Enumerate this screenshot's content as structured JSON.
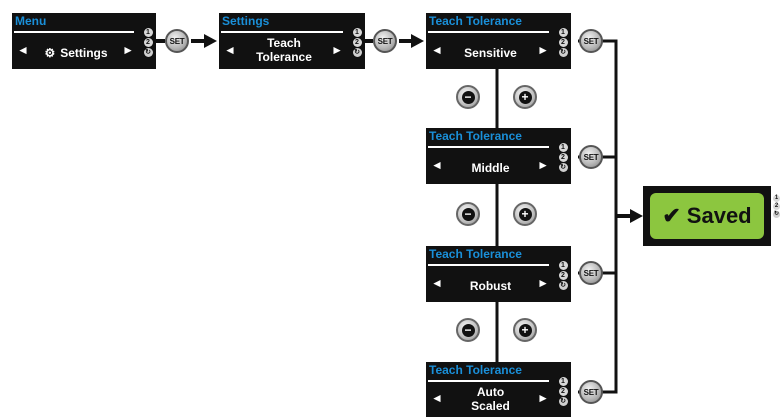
{
  "screens": {
    "menu": {
      "title": "Menu",
      "value": "Settings",
      "value_icon": "gear-icon"
    },
    "settings": {
      "title": "Settings",
      "value_line1": "Teach",
      "value_line2": "Tolerance"
    },
    "sensitive": {
      "title": "Teach Tolerance",
      "value": "Sensitive"
    },
    "middle": {
      "title": "Teach Tolerance",
      "value": "Middle"
    },
    "robust": {
      "title": "Teach Tolerance",
      "value": "Robust"
    },
    "auto_scaled": {
      "title": "Teach Tolerance",
      "value_line1": "Auto",
      "value_line2": "Scaled"
    }
  },
  "controls": {
    "set_label": "SET",
    "minus_glyph": "−",
    "plus_glyph": "+",
    "left_arrow": "◄",
    "right_arrow": "►"
  },
  "indicators": {
    "one": "1",
    "two": "2"
  },
  "result": {
    "label": "Saved",
    "icon": "check-icon"
  },
  "colors": {
    "screen_background": "#111111",
    "title_blue": "#1a8fd8",
    "saved_green": "#8cc63f",
    "connector": "#111111"
  }
}
